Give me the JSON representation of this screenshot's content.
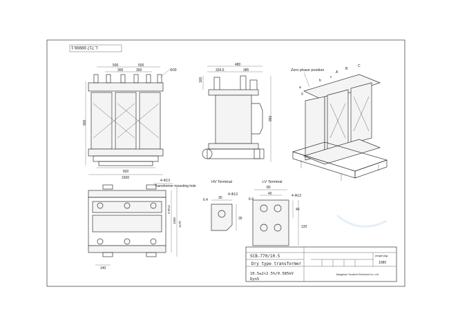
{
  "header": {
    "drawing_number": "L.717.99999.1"
  },
  "front_view": {
    "dim_top_left": "500",
    "dim_top_right": "500",
    "dim_sub_left": "300",
    "dim_sub_right": "300",
    "dim_height": "900",
    "dim_inner_width": "820",
    "dim_total_width": "1500",
    "hole_label": "Φ30"
  },
  "side_view": {
    "dim_total": "480",
    "dim_left": "334.5",
    "dim_right": "385",
    "dim_height": "950",
    "dim_small": "160"
  },
  "iso_view": {
    "zero_phase_label": "Zero phase position",
    "terminals": [
      "A",
      "B",
      "C",
      "a",
      "b",
      "c",
      "0"
    ]
  },
  "top_view": {
    "hole_label": "4-Φ13",
    "mounting_hole_label": "Transformer mounting hole",
    "dim_bottom": "140",
    "dim_right_1": "4-Φ13",
    "dim_right_2": "1560",
    "dim_right_3": "1170"
  },
  "hv_terminal": {
    "title": "HV Terminal",
    "hole_label": "4-Φ13",
    "dim_a": "30",
    "dim_b": "6.4",
    "dim_c": "35"
  },
  "lv_terminal": {
    "title": "LV Terminal",
    "hole_label": "4-Φ13",
    "dim_a": "80",
    "dim_b": "40",
    "dim_c": "6.4",
    "dim_d": "40",
    "dim_e": "120"
  },
  "title_block": {
    "model": "SCB-770/10.5",
    "description": "Dry type transformer",
    "voltage": "10.5±2×2.5%/0.585kV",
    "vector_group": "Dyn5",
    "weight_label": "weight (kg)",
    "weight_value": "1080",
    "company": "Jiangshan Scotech Electrical Co.,Ltd"
  }
}
